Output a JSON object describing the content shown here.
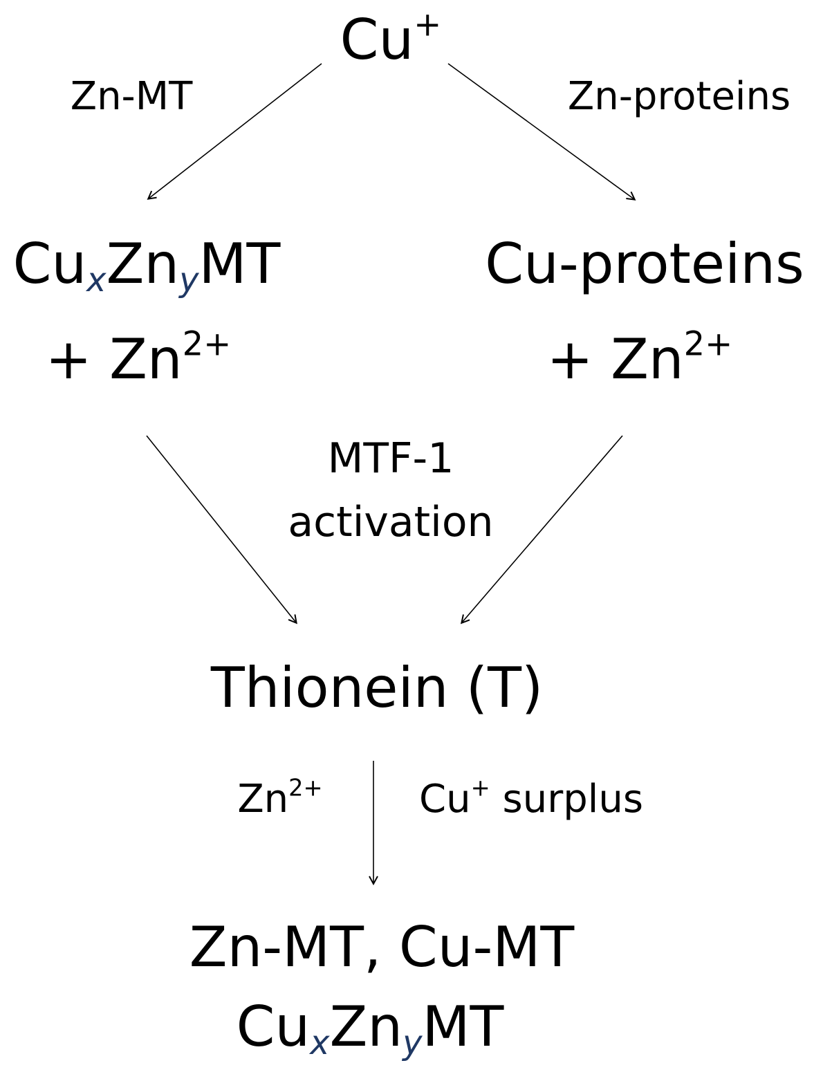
{
  "nodes": {
    "cu_plus": {
      "base": "Cu",
      "sup": "+"
    },
    "cuxznymt": {
      "a": "Cu",
      "sub_x": "x",
      "b": "Zn",
      "sub_y": "y",
      "c": "MT"
    },
    "zn_left": {
      "base": "+ Zn",
      "sup": "2+"
    },
    "cu_proteins": "Cu-proteins",
    "zn_right": {
      "base": "+ Zn",
      "sup": "2+"
    },
    "thionein": "Thionein (T)",
    "final_line1": "Zn-MT, Cu-MT",
    "final_line2": {
      "a": "Cu",
      "sub_x": "x",
      "b": "Zn",
      "sub_y": "y",
      "c": "MT"
    }
  },
  "edge_labels": {
    "zn_mt": "Zn-MT",
    "zn_proteins": "Zn-proteins",
    "mtf1_line1": "MTF-1",
    "mtf1_line2": "activation",
    "zn2": {
      "base": "Zn",
      "sup": "2+"
    },
    "cu_surplus": {
      "base": "Cu",
      "sup": "+",
      "rest": " surplus"
    }
  },
  "colors": {
    "text": "#000000",
    "subscript": "#1f3864",
    "arrow": "#000000"
  }
}
